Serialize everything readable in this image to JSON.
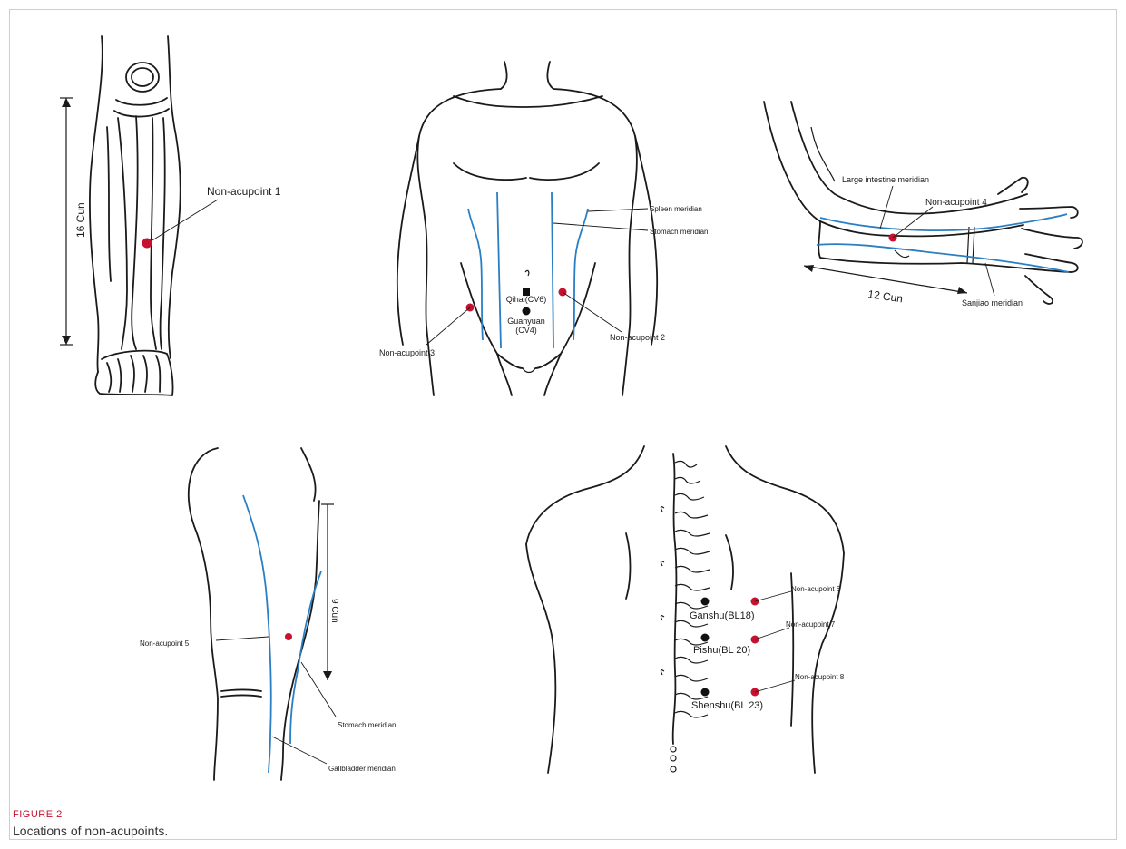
{
  "colors": {
    "acupoint": "#c4122f",
    "meridian": "#2a7fc4",
    "reference_point": "#111111",
    "caption_label": "#c4122f"
  },
  "caption": {
    "label": "FIGURE 2",
    "text": "Locations of non-acupoints."
  },
  "panels": {
    "leg": {
      "point_label": "Non-acupoint 1",
      "measure_label": "16 Cun"
    },
    "abdomen": {
      "meridian_labels": [
        "Spleen meridian",
        "Stomach meridian"
      ],
      "reference_points": [
        "Qihai(CV6)",
        "Guanyuan",
        "(CV4)"
      ],
      "point_labels": [
        "Non-acupoint 2",
        "Non-acupoint 3"
      ]
    },
    "arm": {
      "meridian_labels": [
        "Large intestine meridian",
        "Sanjiao meridian"
      ],
      "point_label": "Non-acupoint 4",
      "measure_label": "12 Cun"
    },
    "side": {
      "point_label": "Non-acupoint 5",
      "measure_label": "9 Cun",
      "meridian_labels": [
        "Stomach meridian",
        "Gallbladder meridian"
      ]
    },
    "back": {
      "reference_points": [
        "Ganshu(BL18)",
        "Pishu(BL 20)",
        "Shenshu(BL 23)"
      ],
      "point_labels": [
        "Non-acupoint 6",
        "Non-acupoint 7",
        "Non-acupoint 8"
      ]
    }
  }
}
